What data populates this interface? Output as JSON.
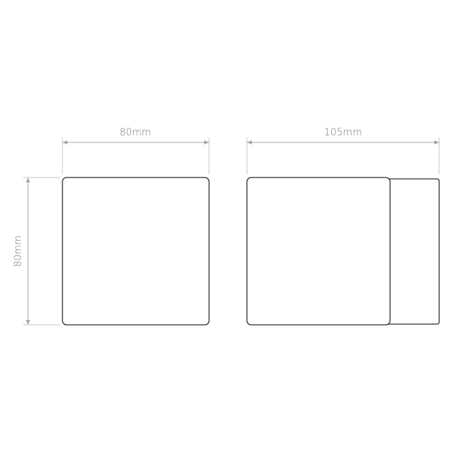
{
  "front_view": {
    "width_label": "80mm",
    "height_label": "80mm"
  },
  "side_view": {
    "depth_label": "105mm"
  },
  "colors": {
    "outline": "#2b2b2b",
    "dimension": "#a6a6a6",
    "text": "#7a7a7a"
  }
}
